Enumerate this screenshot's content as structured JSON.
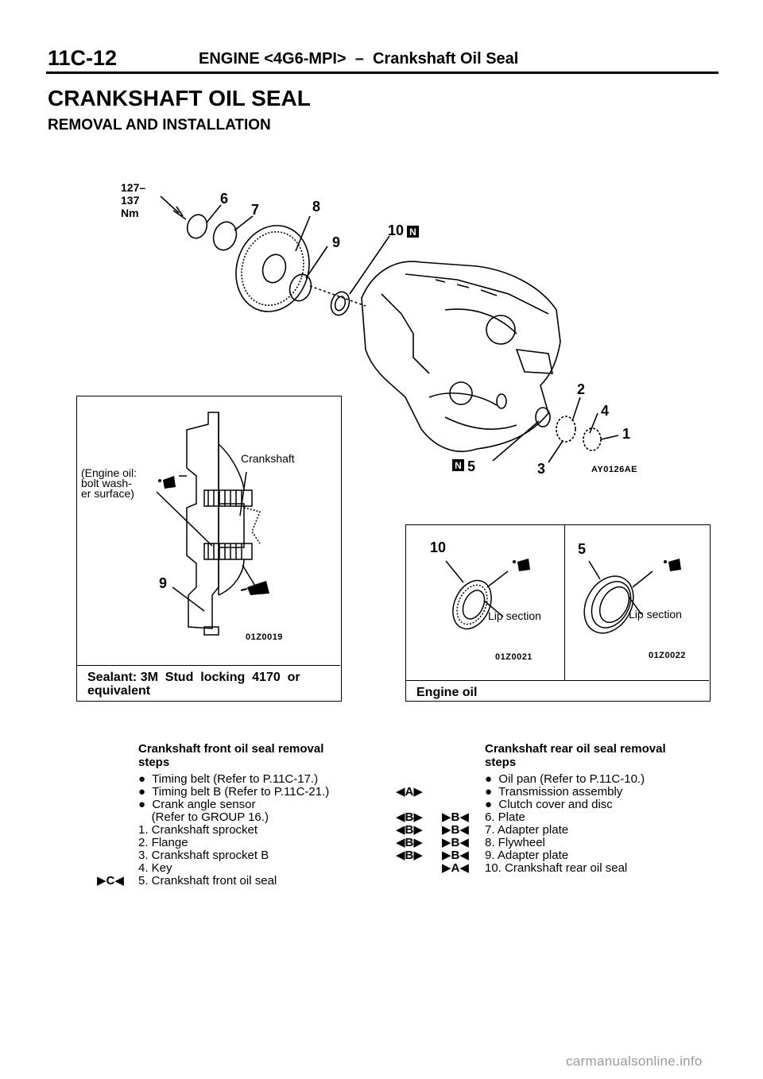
{
  "header": {
    "page_number": "11C-12",
    "running_title": "ENGINE <4G6-MPI>  –  Crankshaft Oil Seal"
  },
  "title": "CRANKSHAFT OIL SEAL",
  "subtitle": "REMOVAL AND INSTALLATION",
  "main_diagram": {
    "torque": "127–137 Nm",
    "callouts": [
      "6",
      "7",
      "8",
      "9",
      "10",
      "2",
      "4",
      "1",
      "5",
      "3"
    ],
    "figure_code": "AY0126AE"
  },
  "detail_left": {
    "label_engine_oil": [
      "(Engine oil:",
      "bolt wash-",
      "er surface)"
    ],
    "label_crankshaft": "Crankshaft",
    "callout": "9",
    "figure_code": "01Z0019",
    "caption": [
      "Sealant: 3M  Stud  locking  4170  or",
      "equivalent"
    ]
  },
  "detail_right": {
    "left_callout": "10",
    "left_lip": "Lip section",
    "left_code": "01Z0021",
    "right_callout": "5",
    "right_lip": "Lip section",
    "right_code": "01Z0022",
    "caption": "Engine oil"
  },
  "front_steps": {
    "title": [
      "Crankshaft front oil seal removal",
      "steps"
    ],
    "items": [
      "●  Timing belt (Refer to P.11C-17.)",
      "●  Timing belt B (Refer to P.11C-21.)",
      "●  Crank angle sensor",
      "    (Refer to GROUP 16.)",
      "1. Crankshaft sprocket",
      "2. Flange",
      "3. Crankshaft sprocket B",
      "4. Key",
      "5. Crankshaft front oil seal"
    ],
    "marks": [
      "▶C◀"
    ]
  },
  "rear_steps": {
    "title": [
      "Crankshaft rear oil seal removal",
      "steps"
    ],
    "items": [
      "●  Oil pan (Refer to P.11C-10.)",
      "●  Transmission assembly",
      "●  Clutch cover and disc",
      "6. Plate",
      "7. Adapter plate",
      "8. Flywheel",
      "9. Adapter plate",
      "10. Crankshaft rear oil seal"
    ],
    "removal_marks": [
      "◀A▶",
      "◀B▶",
      "◀B▶",
      "◀B▶",
      "◀B▶"
    ],
    "install_marks": [
      "▶B◀",
      "▶B◀",
      "▶B◀",
      "▶B◀",
      "▶A◀"
    ]
  },
  "watermark": "carmanualsonline.info"
}
